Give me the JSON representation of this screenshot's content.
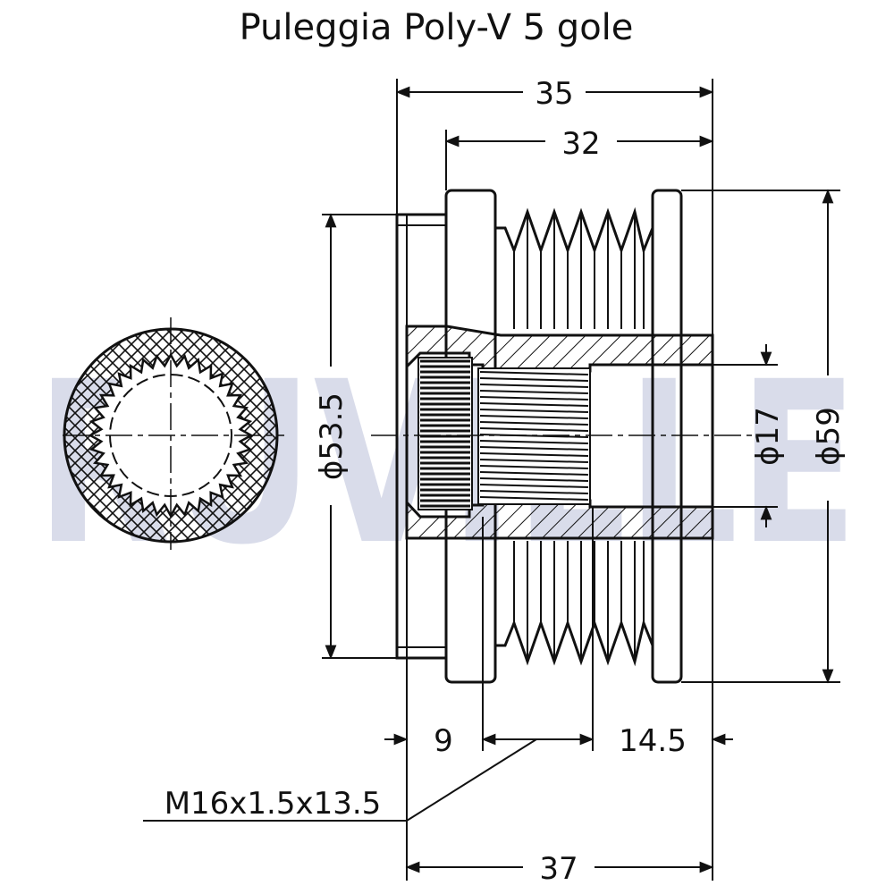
{
  "title": "Puleggia Poly-V 5 gole",
  "watermark": "RUVILLE",
  "dimensions": {
    "overall_length": "35",
    "groove_length": "32",
    "outer_diameter": "ϕ59",
    "hub_diameter": "ϕ53.5",
    "bore_diameter": "ϕ17",
    "spline_depth": "9",
    "bore_depth": "14.5",
    "total_length": "37",
    "thread_spec": "M16x1.5x13.5"
  },
  "colors": {
    "line": "#111111",
    "watermark": "#d9dcea"
  }
}
